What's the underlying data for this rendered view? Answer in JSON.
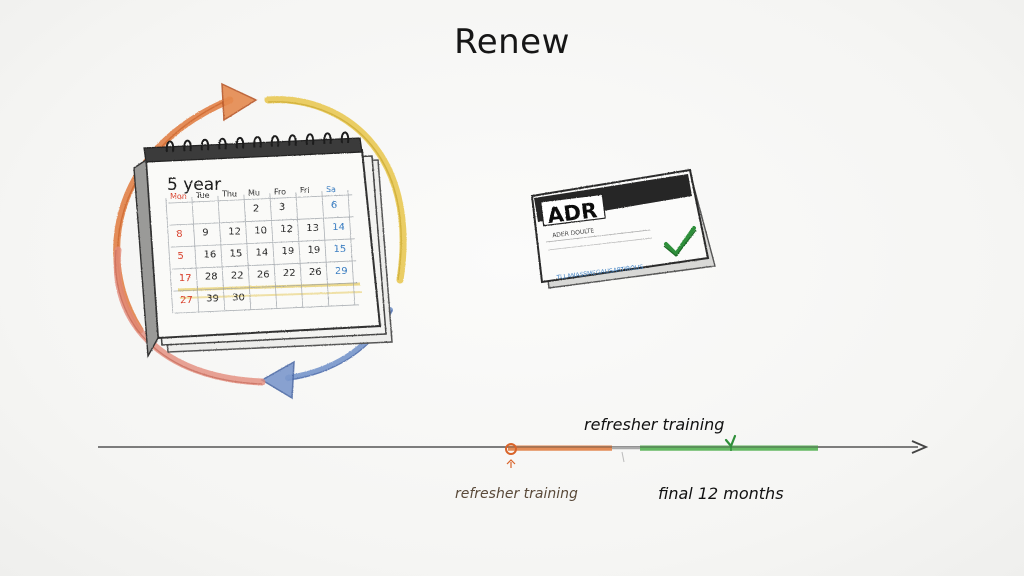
{
  "title": "Renew",
  "calendar": {
    "period_label": "5 year",
    "weekday_headers": [
      "Mon",
      "Tue",
      "Thu",
      "Mu",
      "Fro",
      "Fri",
      "Sa"
    ],
    "rows": [
      [
        "",
        "",
        "",
        "2",
        "3",
        "",
        "6"
      ],
      [
        "8",
        "9",
        "12",
        "10",
        "12",
        "13",
        "14"
      ],
      [
        "5",
        "16",
        "15",
        "14",
        "19",
        "19",
        "15"
      ],
      [
        "17",
        "28",
        "22",
        "26",
        "22",
        "26",
        "29"
      ],
      [
        "27",
        "39",
        "30",
        "",
        "",
        "",
        ""
      ]
    ]
  },
  "card": {
    "heading": "ADR",
    "line1": "ADER DOULTE",
    "line2": "TLLANASSMEGAUSARTIROUS"
  },
  "timeline": {
    "label_top": "refresher training",
    "label_bottom": "refresher training",
    "label_final": "final 12 months"
  },
  "colors": {
    "orange": "#e07a3c",
    "yellow": "#e8c64a",
    "blue": "#6f8fc8",
    "salmon": "#e48c7c",
    "green": "#4caf4a",
    "timeline_line": "#555555",
    "calendar_red": "#d9432f",
    "calendar_blue": "#3d7fc2"
  },
  "icons": [
    "renew-cycle-arrows-icon",
    "calendar-icon",
    "adr-card-icon",
    "checkmark-icon",
    "timeline-arrow-icon"
  ]
}
